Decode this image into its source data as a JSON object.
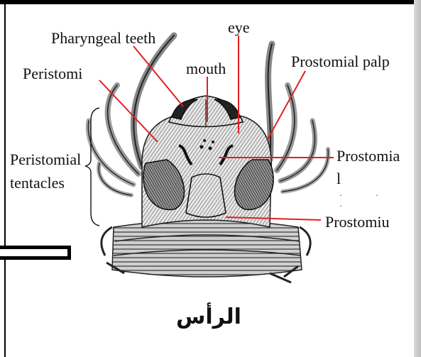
{
  "labels": {
    "pharyngeal_teeth": "Pharyngeal teeth",
    "eye": "eye",
    "mouth": "mouth",
    "peristomi": "Peristomi",
    "prostomial_palp": "Prostomial palp",
    "peristomial_tentacles_line1": "Peristomial",
    "peristomial_tentacles_line2": "tentacles",
    "prostomia_line1": "Prostomia",
    "prostomia_line2": "l",
    "prostomiu": "Prostomiu",
    "arabic_caption": "الرأس"
  },
  "colors": {
    "pointer_line": "#e02020",
    "ink": "#111111"
  }
}
